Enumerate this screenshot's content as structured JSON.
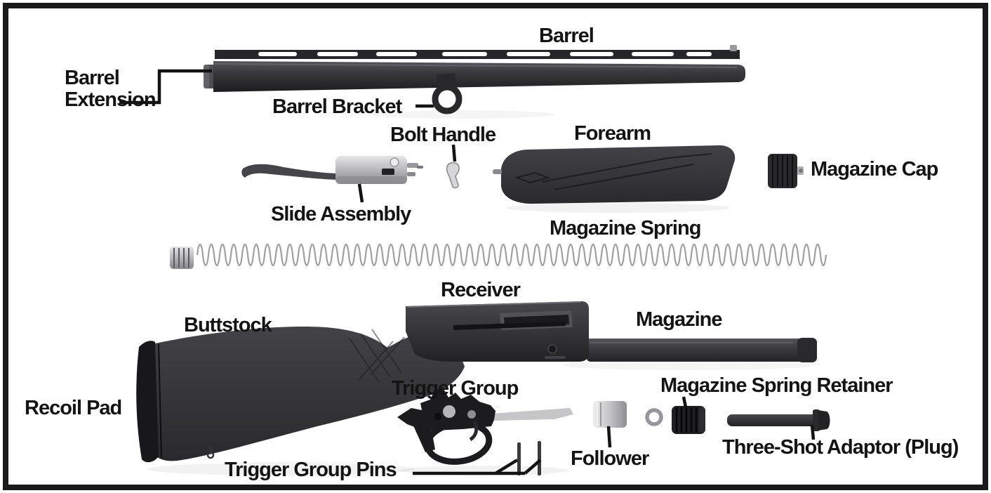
{
  "labels": {
    "barrel": "Barrel",
    "barrel_extension_line1": "Barrel",
    "barrel_extension_line2": "Extension",
    "barrel_bracket": "Barrel Bracket",
    "bolt_handle": "Bolt Handle",
    "forearm": "Forearm",
    "magazine_cap": "Magazine Cap",
    "slide_assembly": "Slide Assembly",
    "magazine_spring": "Magazine Spring",
    "receiver": "Receiver",
    "buttstock": "Buttstock",
    "magazine": "Magazine",
    "recoil_pad": "Recoil Pad",
    "trigger_group": "Trigger Group",
    "magazine_spring_retainer": "Magazine Spring Retainer",
    "follower": "Follower",
    "three_shot_adaptor": "Three-Shot Adaptor (Plug)",
    "trigger_group_pins": "Trigger Group Pins"
  },
  "colors": {
    "background": "#ffffff",
    "frame_border": "#1a1a1a",
    "label_text": "#141414",
    "part_dark": "#2b2b2e",
    "metal_light": "#c6c6c9",
    "spring_gray": "#a0a0a0"
  }
}
